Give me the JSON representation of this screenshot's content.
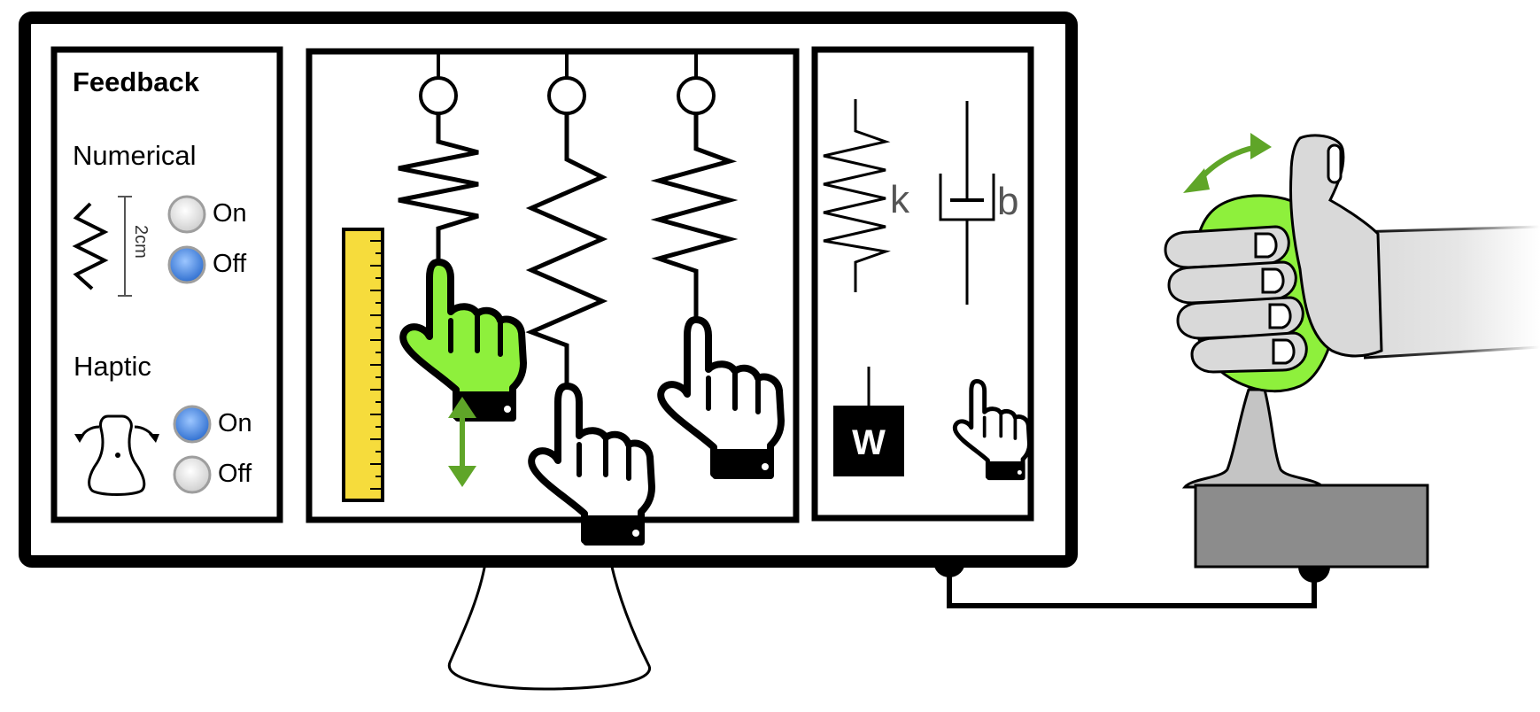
{
  "feedback_panel": {
    "title": "Feedback",
    "numerical": {
      "label": "Numerical",
      "scale_label": "2cm",
      "options": [
        {
          "label": "On",
          "selected": false
        },
        {
          "label": "Off",
          "selected": true
        }
      ]
    },
    "haptic": {
      "label": "Haptic",
      "options": [
        {
          "label": "On",
          "selected": true
        },
        {
          "label": "Off",
          "selected": false
        }
      ]
    }
  },
  "model_panel": {
    "spring_label": "k",
    "damper_label": "b",
    "weight_label": "W"
  },
  "colors": {
    "accent_green": "#8ef03c",
    "arrow_green": "#5fa528",
    "ruler_yellow": "#f6dc3c",
    "radio_selected": "#3d7fd6",
    "radio_unselected": "#d8d8d8",
    "hand_gray": "#d9d9d9",
    "base_gray": "#8c8c8c",
    "handle_gray": "#c4c4c4"
  },
  "icons": [
    "hand-pointer-icon",
    "spring-icon",
    "damper-icon",
    "weight-icon",
    "joystick-icon",
    "ruler-icon"
  ]
}
